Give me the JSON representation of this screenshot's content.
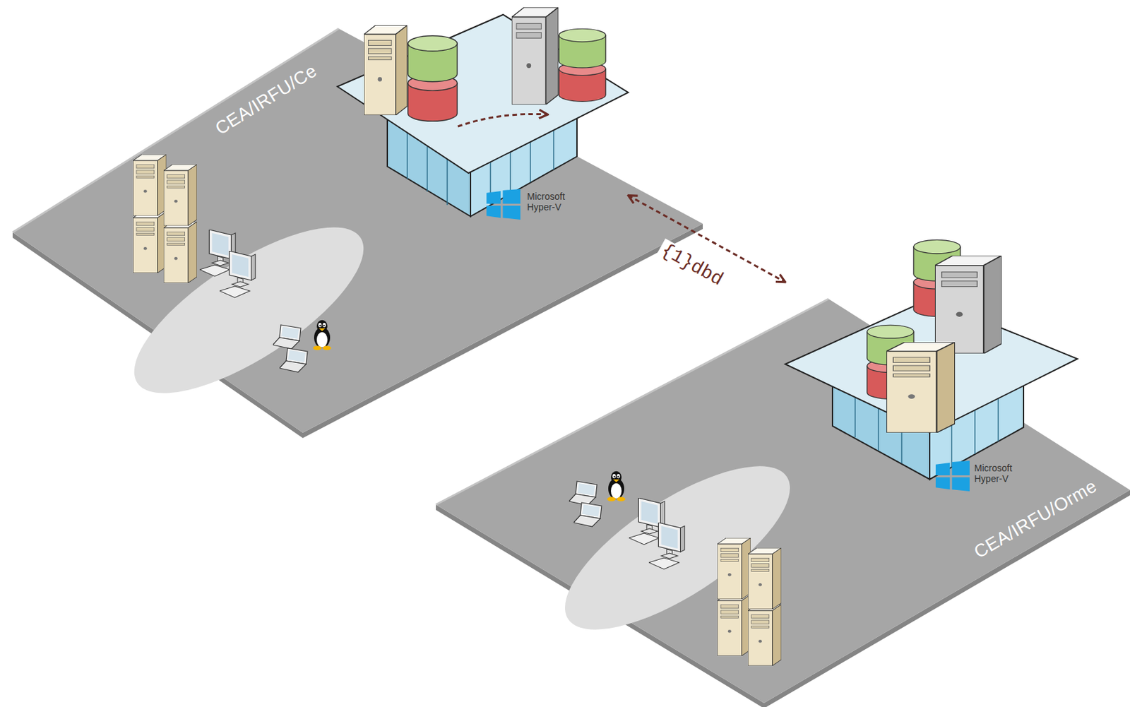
{
  "diagram": {
    "nodes": [
      {
        "text": [
          "CEA/IRFU/Ce"
        ]
      },
      {
        "text": [
          "Microsoft Hyper-V"
        ],
        "in": 0
      },
      {
        "text": [
          "CEA/IRFU/Orme"
        ]
      },
      {
        "text": [
          "Microsoft Hyper-V"
        ],
        "in": 2
      }
    ],
    "edges": [
      {
        "from": 1,
        "to": 3,
        "label": "{1}dbd",
        "arrow": "both"
      }
    ]
  }
}
